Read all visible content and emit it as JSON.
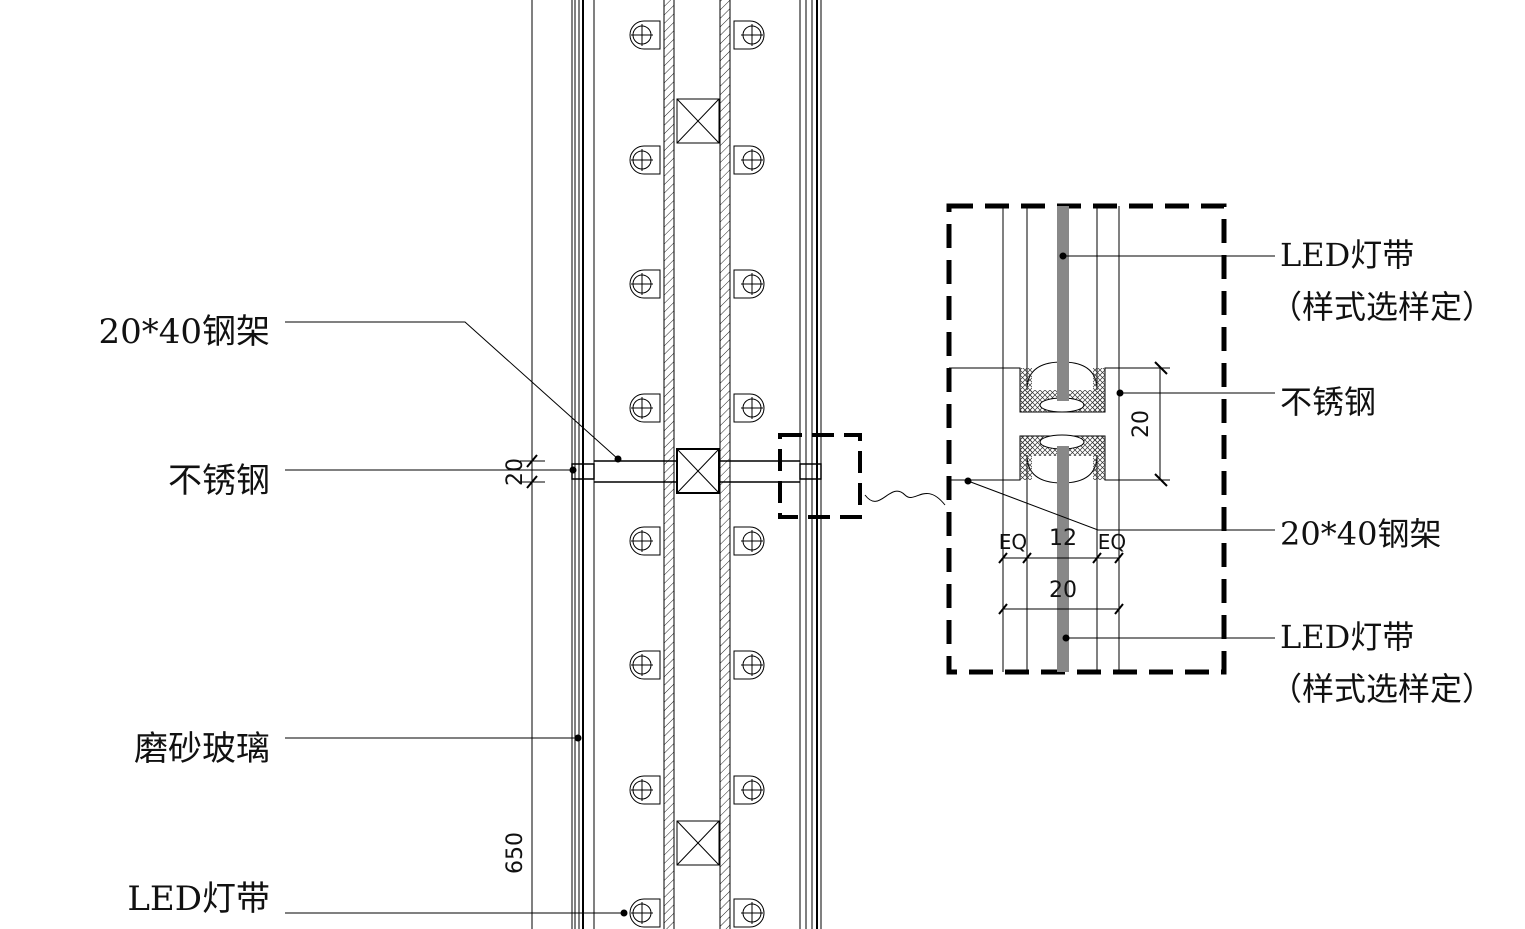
{
  "left_labels": {
    "steel_frame": "20*40钢架",
    "stainless": "不锈钢",
    "frosted_glass": "磨砂玻璃",
    "led_strip": "LED灯带"
  },
  "detail_labels": {
    "led_top_1": "LED灯带",
    "led_top_2": "（样式选样定）",
    "stainless": "不锈钢",
    "steel_frame": "20*40钢架",
    "led_bottom_1": "LED灯带",
    "led_bottom_2": "（样式选样定）"
  },
  "dimensions": {
    "gap_left": "20",
    "height": "650",
    "gap_detail": "20",
    "eq_left": "EQ",
    "middle": "12",
    "eq_right": "EQ",
    "width": "20"
  }
}
